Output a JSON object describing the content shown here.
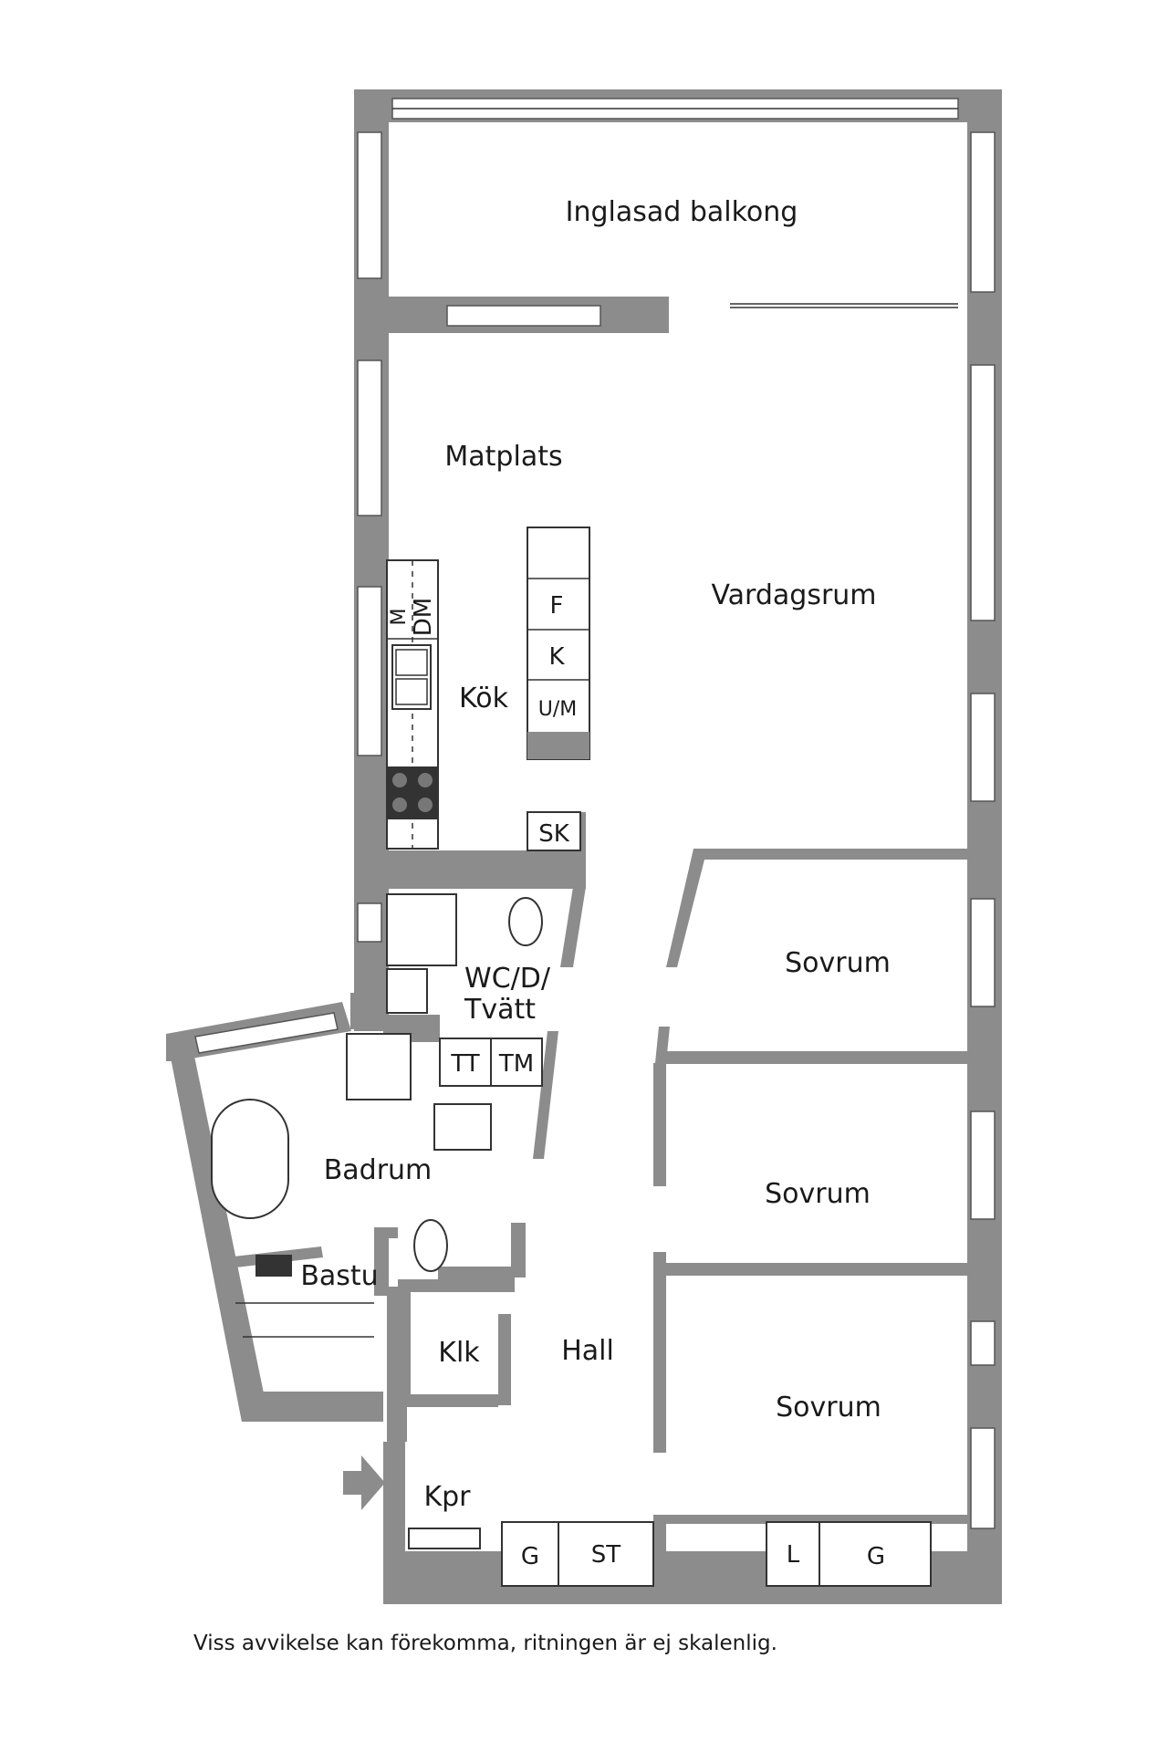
{
  "rooms": {
    "balcony": "Inglasad balkong",
    "dining": "Matplats",
    "living": "Vardagsrum",
    "kitchen": "Kök",
    "bedroom_1": "Sovrum",
    "bedroom_2": "Sovrum",
    "bedroom_3": "Sovrum",
    "wc_laundry_line1": "WC/D/",
    "wc_laundry_line2": "Tvätt",
    "bathroom": "Badrum",
    "sauna": "Bastu",
    "hall": "Hall",
    "walk_in_closet": "Klk",
    "entrance": "Kpr"
  },
  "fixtures": {
    "fridge": "F",
    "freezer": "K",
    "oven_microwave": "U/M",
    "microwave": "M",
    "dishwasher": "DM",
    "storage_cabinet": "SK",
    "tumble_dryer": "TT",
    "washing_machine": "TM",
    "wardrobe_g1": "G",
    "wardrobe_st": "ST",
    "linen_closet": "L",
    "wardrobe_g2": "G"
  },
  "disclaimer": "Viss avvikelse kan förekomma, ritningen är ej skalenlig.",
  "colors": {
    "wall": "#8c8c8c",
    "line": "#333333",
    "background": "#ffffff"
  }
}
